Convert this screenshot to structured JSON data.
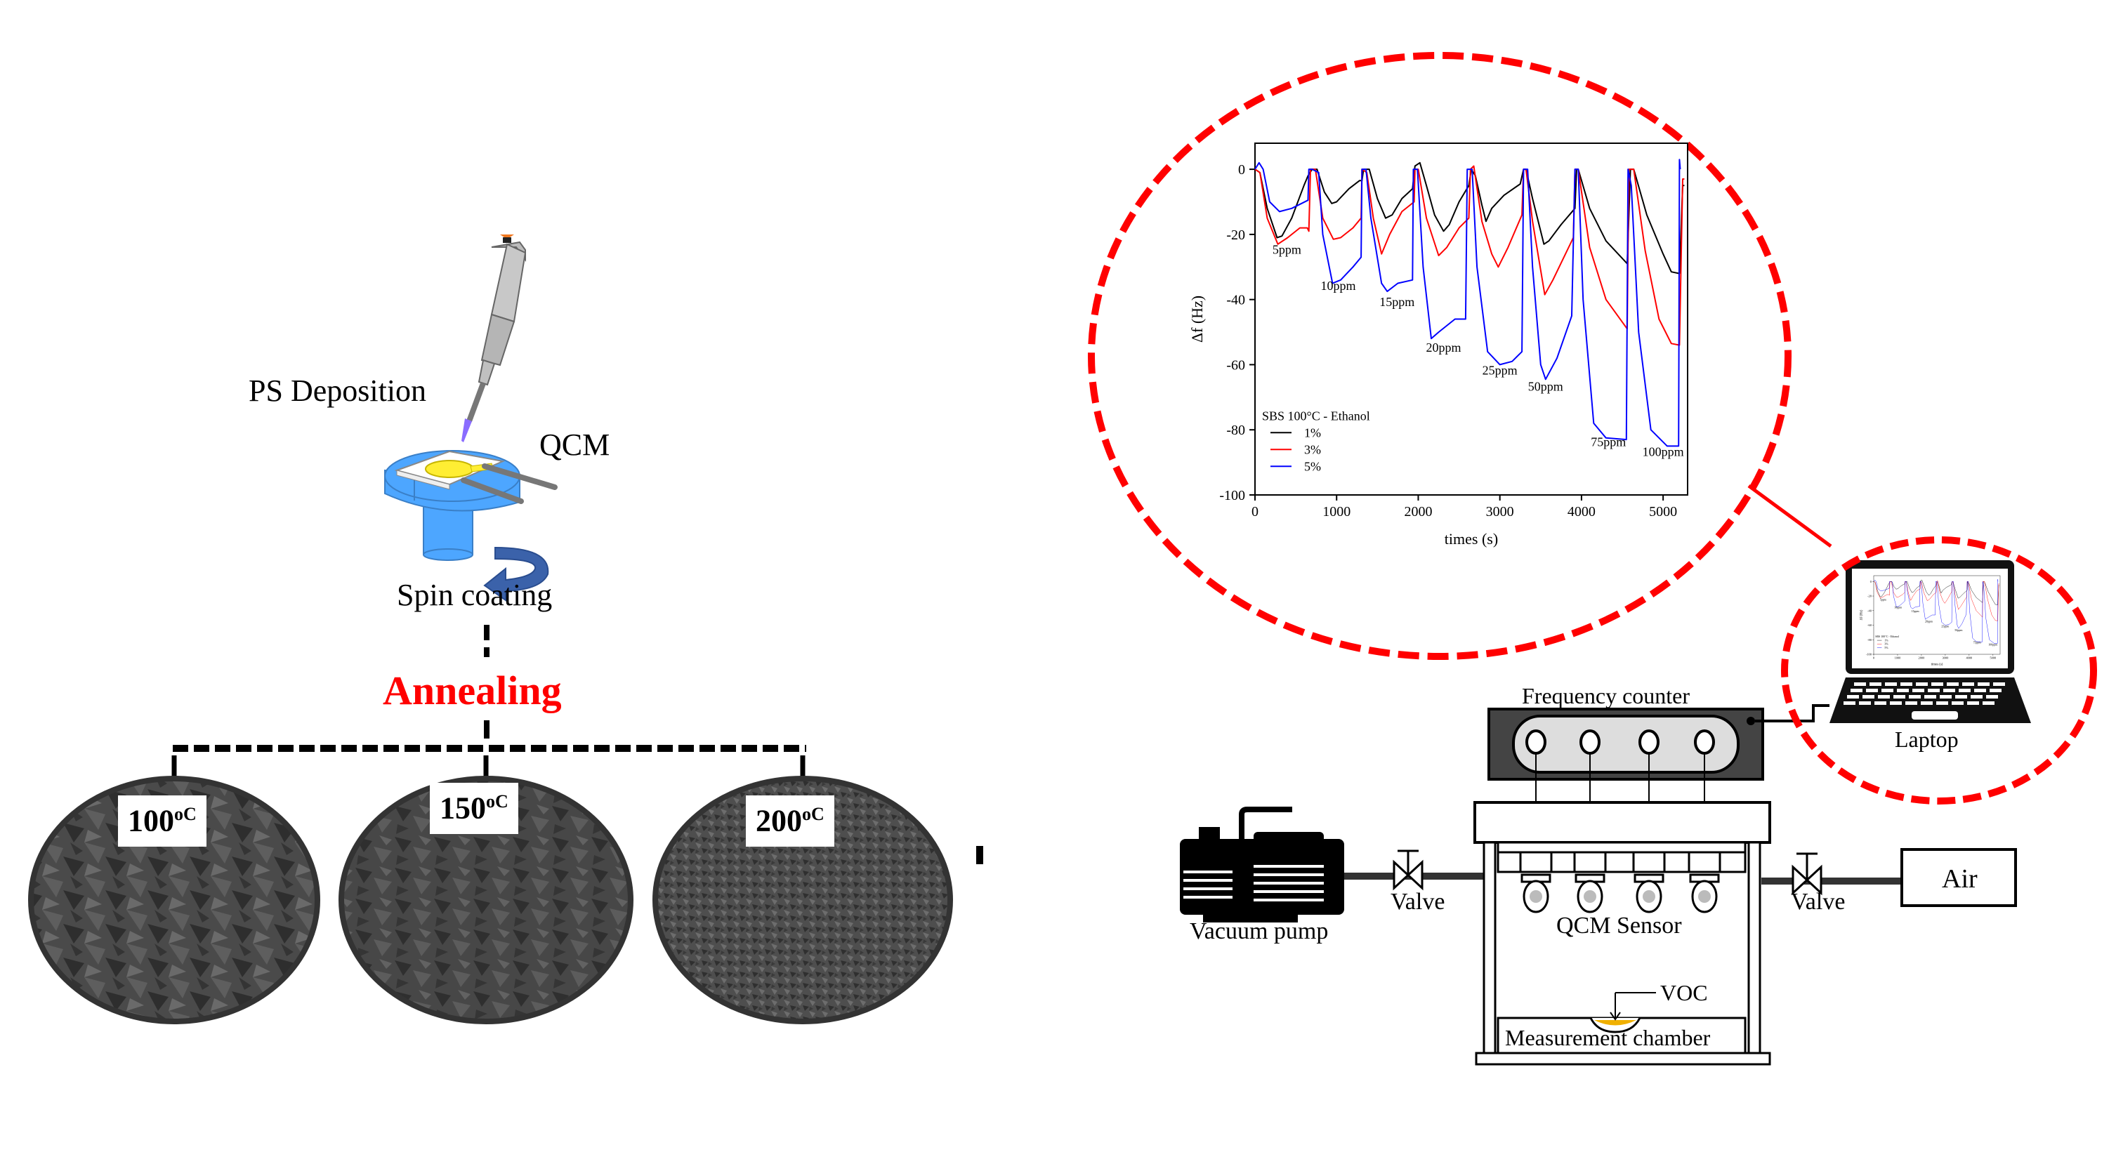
{
  "left_panel": {
    "ps_deposition": "PS Deposition",
    "qcm": "QCM",
    "spin_coating": "Spin coating",
    "annealing": "Annealing",
    "samples": [
      {
        "label": "100",
        "unit": "oC"
      },
      {
        "label": "150",
        "unit": "oC"
      },
      {
        "label": "200",
        "unit": "oC"
      }
    ]
  },
  "setup": {
    "frequency_counter": "Frequency counter",
    "laptop": "Laptop",
    "vacuum_pump": "Vacuum pump",
    "valve_left": "Valve",
    "valve_right": "Valve",
    "qcm_sensor": "QCM Sensor",
    "air": "Air",
    "voc": "VOC",
    "measurement_chamber": "Measurement chamber"
  },
  "colors": {
    "accent_red": "#ff0000",
    "qcm_blue": "#4da6ff",
    "electrode_yellow": "#ffee33",
    "series_1": "#000000",
    "series_3": "#ff0000",
    "series_5": "#0000ff"
  },
  "chart_data": {
    "type": "line",
    "title": "",
    "xlabel": "times (s)",
    "ylabel": "Δf (Hz)",
    "xlim": [
      0,
      5300
    ],
    "ylim": [
      -100,
      8
    ],
    "xticks": [
      0,
      1000,
      2000,
      3000,
      4000,
      5000
    ],
    "yticks": [
      0,
      -20,
      -40,
      -60,
      -80,
      -100
    ],
    "legend": {
      "title": "SBS 100°C - Ethanol",
      "position": "bottom-left",
      "entries": [
        "1%",
        "3%",
        "5%"
      ]
    },
    "annotations": [
      {
        "text": "5ppm",
        "x": 390,
        "y": -26
      },
      {
        "text": "10ppm",
        "x": 1020,
        "y": -37
      },
      {
        "text": "15ppm",
        "x": 1740,
        "y": -42
      },
      {
        "text": "20ppm",
        "x": 2310,
        "y": -56
      },
      {
        "text": "25ppm",
        "x": 3000,
        "y": -63
      },
      {
        "text": "50ppm",
        "x": 3560,
        "y": -68
      },
      {
        "text": "75ppm",
        "x": 4330,
        "y": -85
      },
      {
        "text": "100ppm",
        "x": 5000,
        "y": -88
      }
    ],
    "series": [
      {
        "name": "1%",
        "color": "#000000",
        "points": [
          [
            0,
            0
          ],
          [
            60,
            -1
          ],
          [
            150,
            -12
          ],
          [
            270,
            -21
          ],
          [
            330,
            -20.5
          ],
          [
            450,
            -15
          ],
          [
            600,
            -5
          ],
          [
            650,
            -2
          ],
          [
            700,
            0
          ],
          [
            760,
            0
          ],
          [
            850,
            -7
          ],
          [
            940,
            -10.5
          ],
          [
            1000,
            -10
          ],
          [
            1150,
            -6
          ],
          [
            1280,
            -3.5
          ],
          [
            1310,
            -3.5
          ],
          [
            1330,
            0
          ],
          [
            1400,
            0
          ],
          [
            1500,
            -9
          ],
          [
            1600,
            -15
          ],
          [
            1680,
            -14
          ],
          [
            1800,
            -9
          ],
          [
            1930,
            -6
          ],
          [
            1960,
            1
          ],
          [
            2020,
            2
          ],
          [
            2100,
            -5
          ],
          [
            2200,
            -14
          ],
          [
            2310,
            -19
          ],
          [
            2380,
            -17
          ],
          [
            2500,
            -10
          ],
          [
            2620,
            -5
          ],
          [
            2650,
            0
          ],
          [
            2700,
            -2
          ],
          [
            2780,
            -11
          ],
          [
            2830,
            -16
          ],
          [
            2900,
            -12
          ],
          [
            3050,
            -8
          ],
          [
            3250,
            -4.5
          ],
          [
            3290,
            0
          ],
          [
            3320,
            0
          ],
          [
            3400,
            -9
          ],
          [
            3540,
            -23
          ],
          [
            3600,
            -22
          ],
          [
            3750,
            -17
          ],
          [
            3920,
            -12
          ],
          [
            3940,
            0
          ],
          [
            3960,
            0
          ],
          [
            4100,
            -12
          ],
          [
            4300,
            -22
          ],
          [
            4560,
            -29
          ],
          [
            4600,
            0
          ],
          [
            4640,
            0
          ],
          [
            4800,
            -14
          ],
          [
            5000,
            -26
          ],
          [
            5100,
            -31.5
          ],
          [
            5200,
            -32
          ],
          [
            5240,
            -5
          ],
          [
            5260,
            -5
          ]
        ]
      },
      {
        "name": "3%",
        "color": "#ff0000",
        "points": [
          [
            0,
            0
          ],
          [
            60,
            -1
          ],
          [
            150,
            -15
          ],
          [
            280,
            -23
          ],
          [
            400,
            -21
          ],
          [
            550,
            -18
          ],
          [
            640,
            -18
          ],
          [
            660,
            -19
          ],
          [
            680,
            0
          ],
          [
            740,
            0
          ],
          [
            830,
            -15
          ],
          [
            960,
            -21.5
          ],
          [
            1050,
            -21
          ],
          [
            1200,
            -18
          ],
          [
            1300,
            -15
          ],
          [
            1310,
            0
          ],
          [
            1370,
            -1
          ],
          [
            1450,
            -15
          ],
          [
            1550,
            -26
          ],
          [
            1650,
            -20
          ],
          [
            1800,
            -13
          ],
          [
            1950,
            -10
          ],
          [
            1960,
            0
          ],
          [
            2000,
            0
          ],
          [
            2100,
            -15
          ],
          [
            2250,
            -26.5
          ],
          [
            2350,
            -24
          ],
          [
            2500,
            -18
          ],
          [
            2620,
            -15
          ],
          [
            2640,
            0
          ],
          [
            2680,
            1
          ],
          [
            2780,
            -16
          ],
          [
            2900,
            -26
          ],
          [
            2980,
            -30
          ],
          [
            3100,
            -24
          ],
          [
            3270,
            -14
          ],
          [
            3290,
            0
          ],
          [
            3320,
            0
          ],
          [
            3400,
            -16
          ],
          [
            3550,
            -38.5
          ],
          [
            3650,
            -34
          ],
          [
            3900,
            -21
          ],
          [
            3920,
            0
          ],
          [
            3960,
            0
          ],
          [
            4100,
            -24
          ],
          [
            4300,
            -40
          ],
          [
            4560,
            -49
          ],
          [
            4580,
            0
          ],
          [
            4640,
            0
          ],
          [
            4780,
            -25
          ],
          [
            4950,
            -46
          ],
          [
            5100,
            -53.5
          ],
          [
            5200,
            -54
          ],
          [
            5240,
            -3
          ],
          [
            5260,
            -3
          ]
        ]
      },
      {
        "name": "5%",
        "color": "#0000ff",
        "points": [
          [
            0,
            0
          ],
          [
            50,
            2
          ],
          [
            100,
            0
          ],
          [
            180,
            -10
          ],
          [
            300,
            -13
          ],
          [
            450,
            -12
          ],
          [
            650,
            -9.5
          ],
          [
            660,
            0
          ],
          [
            700,
            0
          ],
          [
            780,
            -1
          ],
          [
            830,
            -20
          ],
          [
            950,
            -35
          ],
          [
            1050,
            -34
          ],
          [
            1200,
            -30
          ],
          [
            1300,
            -27
          ],
          [
            1310,
            0
          ],
          [
            1360,
            0
          ],
          [
            1420,
            -15
          ],
          [
            1550,
            -35
          ],
          [
            1620,
            -37.5
          ],
          [
            1750,
            -35
          ],
          [
            1930,
            -34
          ],
          [
            1940,
            0
          ],
          [
            1990,
            0
          ],
          [
            2060,
            -30
          ],
          [
            2160,
            -52
          ],
          [
            2250,
            -50
          ],
          [
            2450,
            -46
          ],
          [
            2580,
            -46
          ],
          [
            2600,
            0
          ],
          [
            2660,
            0
          ],
          [
            2720,
            -30
          ],
          [
            2850,
            -56
          ],
          [
            3000,
            -60
          ],
          [
            3150,
            -59
          ],
          [
            3270,
            -56
          ],
          [
            3290,
            0
          ],
          [
            3340,
            0
          ],
          [
            3400,
            -30
          ],
          [
            3500,
            -60
          ],
          [
            3560,
            -64.5
          ],
          [
            3700,
            -58
          ],
          [
            3880,
            -45
          ],
          [
            3920,
            0
          ],
          [
            3960,
            0
          ],
          [
            4020,
            -40
          ],
          [
            4150,
            -78
          ],
          [
            4300,
            -82.5
          ],
          [
            4550,
            -83
          ],
          [
            4570,
            0
          ],
          [
            4610,
            -5
          ],
          [
            4700,
            -50
          ],
          [
            4850,
            -80
          ],
          [
            5050,
            -85
          ],
          [
            5190,
            -85
          ],
          [
            5200,
            3
          ],
          [
            5210,
            0
          ]
        ]
      }
    ]
  }
}
